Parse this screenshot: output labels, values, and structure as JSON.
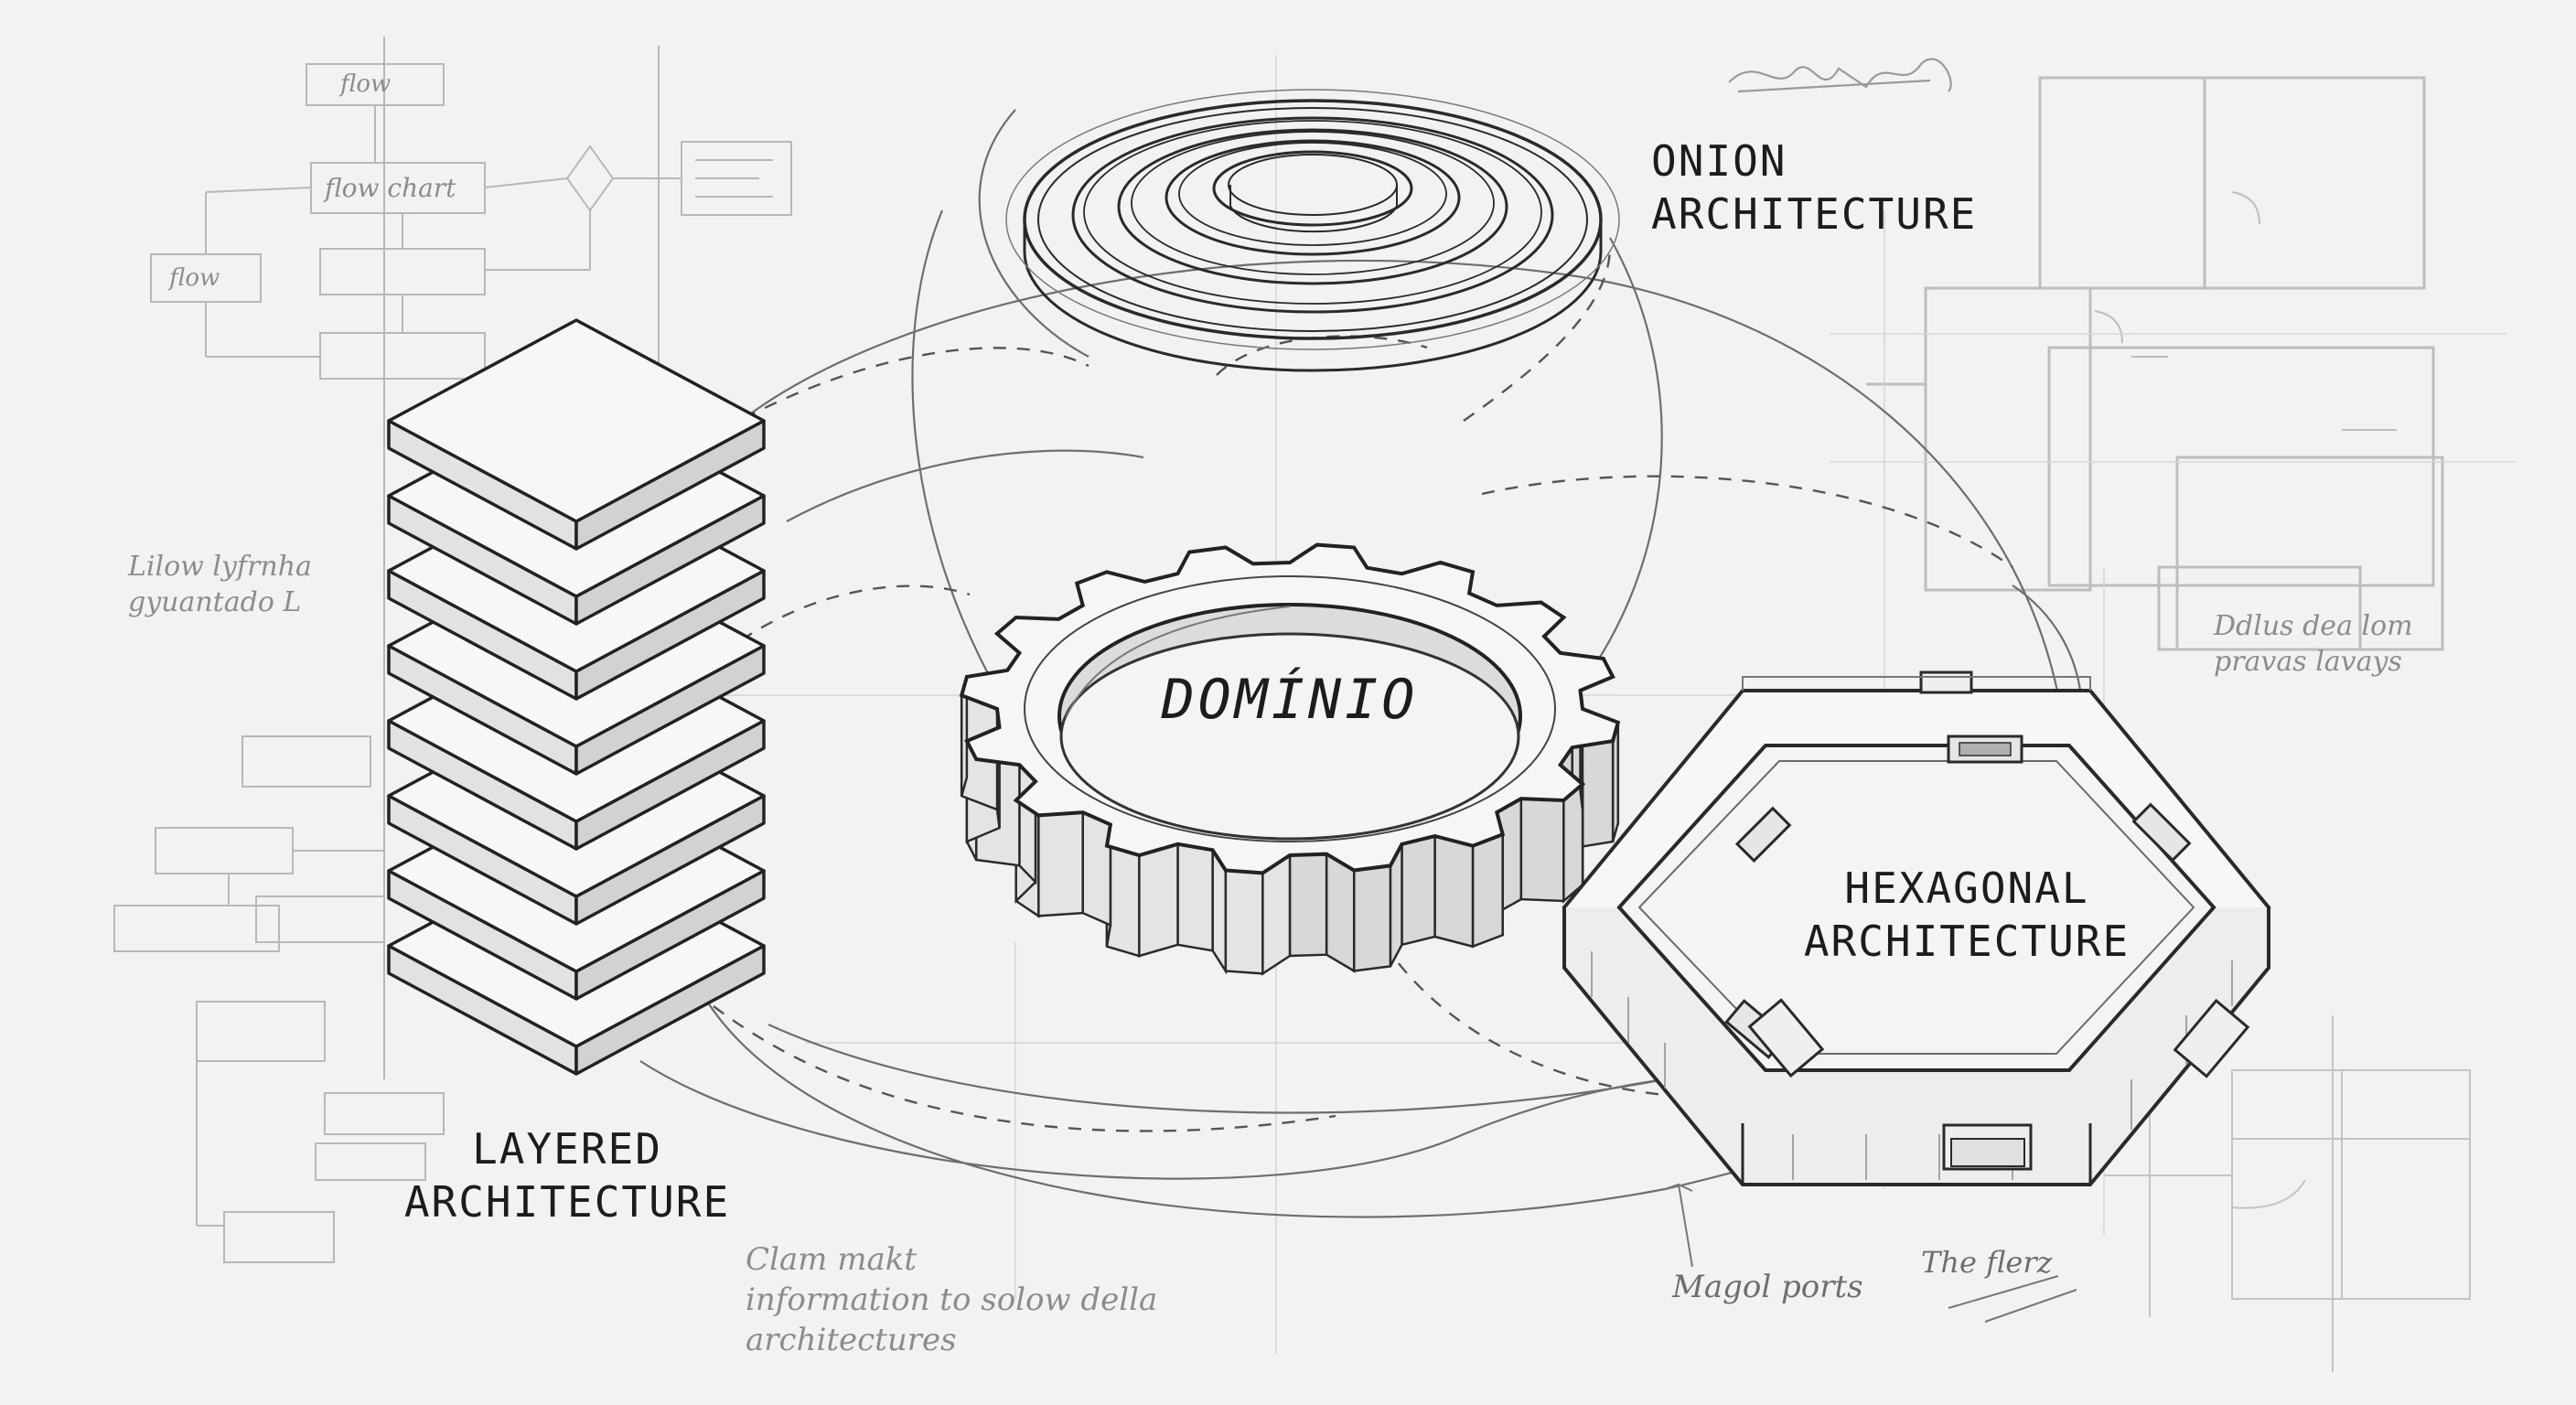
{
  "diagram": {
    "center_label": "DOMÍNIO",
    "onion": {
      "label_line1": "ONION",
      "label_line2": "ARCHITECTURE"
    },
    "layered": {
      "label_line1": "LAYERED",
      "label_line2": "ARCHITECTURE"
    },
    "hexagonal": {
      "label_line1": "HEXAGONAL",
      "label_line2": "ARCHITECTURE"
    }
  },
  "sketch_notes": {
    "flow_boxes": [
      "flow",
      "flow chart",
      "flow"
    ],
    "left_note": [
      "Lilow lyfrnha",
      "gyuantado L"
    ],
    "right_note": [
      "Ddlus dea lom",
      "pravas lavays"
    ],
    "bottom_note": [
      "Clam makt",
      "information to solow della",
      "architectures"
    ],
    "ports_note": "Magol ports",
    "bottom_right_note": "The flerz"
  },
  "colors": {
    "paper": "#f2f2f0",
    "ink": "#1c1c1c",
    "pencil": "#8c8c8c",
    "light_pencil": "#c4c4c2"
  }
}
